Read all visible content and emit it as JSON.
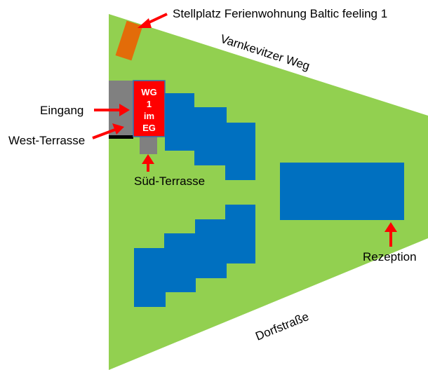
{
  "labels": {
    "parking": "Stellplatz Ferienwohnung Baltic feeling 1",
    "entrance": "Eingang",
    "west_terrace": "West-Terrasse",
    "south_terrace": "Süd-Terrasse",
    "reception": "Rezeption"
  },
  "roads": {
    "north": "Varnkevitzer Weg",
    "south": "Dorfstraße"
  },
  "unit": {
    "line1": "WG",
    "line2": "1",
    "line3": "im",
    "line4": "EG"
  },
  "colors": {
    "ground": "#92d050",
    "building": "#0070c0",
    "unit_highlight": "#ff0000",
    "terrace": "#808080",
    "parking": "#e36c09",
    "arrow": "#ff0000"
  }
}
